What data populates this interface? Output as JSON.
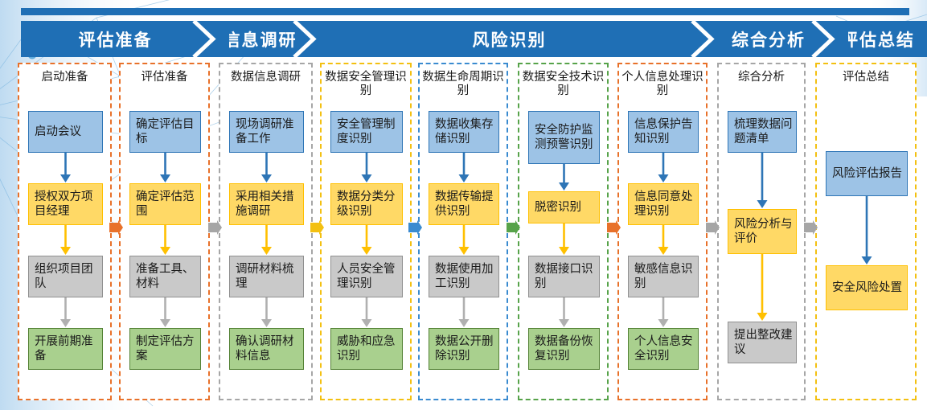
{
  "banner": {
    "segments": [
      {
        "label": "评估准备"
      },
      {
        "label": "信息调研"
      },
      {
        "label": "风险识别"
      },
      {
        "label": "综合分析"
      },
      {
        "label": "评估总结"
      }
    ],
    "color": "#1F6FB5",
    "text_color": "#FFFFFF"
  },
  "palette": {
    "blue_fill": "#9DC3E6",
    "blue_stroke": "#2E75B6",
    "gold_fill": "#FFD966",
    "gold_stroke": "#FFC000",
    "gray_fill": "#C9C9C9",
    "gray_stroke": "#909090",
    "green_fill": "#A9D08E",
    "green_stroke": "#548235"
  },
  "columns": [
    {
      "title": "启动准备",
      "border_color": "#E8712A",
      "nodes": [
        {
          "label": "启动会议",
          "color": "blue"
        },
        {
          "label": "授权双方项目经理",
          "color": "gold"
        },
        {
          "label": "组织项目团队",
          "color": "gray"
        },
        {
          "label": "开展前期准备",
          "color": "green"
        }
      ]
    },
    {
      "title": "评估准备",
      "border_color": "#E8712A",
      "nodes": [
        {
          "label": "确定评估目标",
          "color": "blue"
        },
        {
          "label": "确定评估范围",
          "color": "gold"
        },
        {
          "label": "准备工具、材料",
          "color": "gray"
        },
        {
          "label": "制定评估方案",
          "color": "green"
        }
      ]
    },
    {
      "title": "数据信息调研",
      "border_color": "#A6A6A6",
      "nodes": [
        {
          "label": "现场调研准备工作",
          "color": "blue"
        },
        {
          "label": "采用相关措施调研",
          "color": "gold"
        },
        {
          "label": "调研材料梳理",
          "color": "gray"
        },
        {
          "label": "确认调研材料信息",
          "color": "green"
        }
      ]
    },
    {
      "title": "数据安全管理识别",
      "border_color": "#F3C011",
      "nodes": [
        {
          "label": "安全管理制度识别",
          "color": "blue"
        },
        {
          "label": "数据分类分级识别",
          "color": "gold"
        },
        {
          "label": "人员安全管理识别",
          "color": "gray"
        },
        {
          "label": "威胁和应急识别",
          "color": "green"
        }
      ]
    },
    {
      "title": "数据生命周期识别",
      "border_color": "#3A8BD0",
      "nodes": [
        {
          "label": "数据收集存储识别",
          "color": "blue"
        },
        {
          "label": "数据传输提供识别",
          "color": "gold"
        },
        {
          "label": "数据使用加工识别",
          "color": "gray"
        },
        {
          "label": "数据公开删除识别",
          "color": "green"
        }
      ]
    },
    {
      "title": "数据安全技术识别",
      "border_color": "#57A34A",
      "nodes": [
        {
          "label": "安全防护监测预警识别",
          "color": "blue"
        },
        {
          "label": "脱密识别",
          "color": "gold"
        },
        {
          "label": "数据接口识别",
          "color": "gray"
        },
        {
          "label": "数据备份恢复识别",
          "color": "green"
        }
      ]
    },
    {
      "title": "个人信息处理识别",
      "border_color": "#E8712A",
      "nodes": [
        {
          "label": "信息保护告知识别",
          "color": "blue"
        },
        {
          "label": "信息同意处理识别",
          "color": "gold"
        },
        {
          "label": "敏感信息识别",
          "color": "gray"
        },
        {
          "label": "个人信息安全识别",
          "color": "green"
        }
      ]
    },
    {
      "title": "综合分析",
      "border_color": "#A6A6A6",
      "nodes": [
        {
          "label": "梳理数据问题清单",
          "color": "blue"
        },
        {
          "label": "风险分析与评价",
          "color": "gold"
        },
        {
          "label": "提出整改建议",
          "color": "gray"
        }
      ]
    },
    {
      "title": "评估总结",
      "border_color": "#F3C011",
      "nodes": [
        {
          "label": "风险评估报告",
          "color": "blue"
        },
        {
          "label": "安全风险处置",
          "color": "gold"
        }
      ]
    }
  ],
  "stage_arrows": [
    {
      "color": "#E8712A"
    },
    {
      "color": "#A6A6A6"
    },
    {
      "color": "#F3C011"
    },
    {
      "color": "#3A8BD0"
    },
    {
      "color": "#57A34A"
    },
    {
      "color": "#E8712A"
    },
    {
      "color": "#A6A6A6"
    },
    {
      "color": "#A6A6A6"
    }
  ]
}
